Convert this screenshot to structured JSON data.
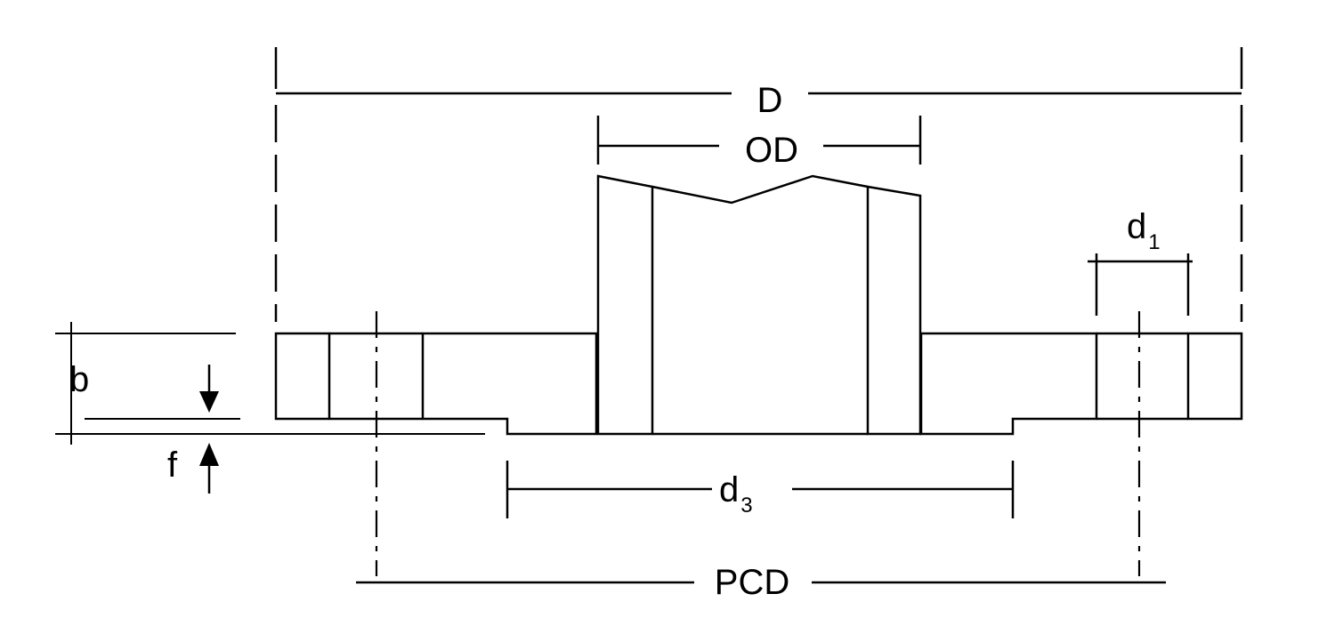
{
  "labels": {
    "D": "D",
    "OD": "OD",
    "d1_base": "d",
    "d1_sub": "1",
    "b": "b",
    "f": "f",
    "d3_base": "d",
    "d3_sub": "3",
    "PCD": "PCD"
  }
}
